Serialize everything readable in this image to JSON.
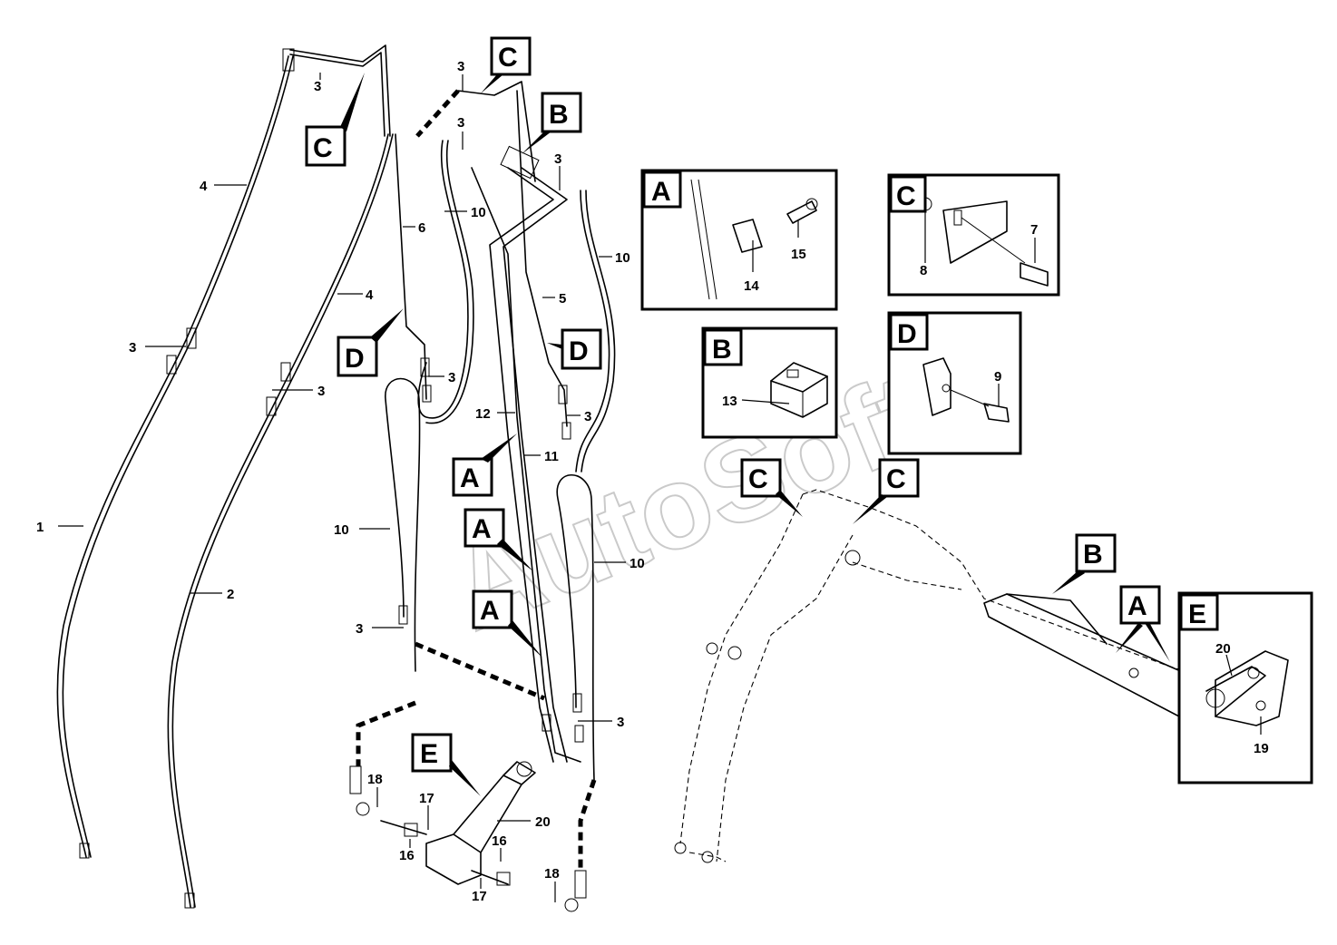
{
  "watermark": "AutoSoft",
  "callouts": {
    "a": "A",
    "b": "B",
    "c": "C",
    "d": "D",
    "e": "E"
  },
  "parts": {
    "p1": "1",
    "p2": "2",
    "p3": "3",
    "p4": "4",
    "p5": "5",
    "p6": "6",
    "p7": "7",
    "p8": "8",
    "p9": "9",
    "p10": "10",
    "p11": "11",
    "p12": "12",
    "p13": "13",
    "p14": "14",
    "p15": "15",
    "p16": "16",
    "p17": "17",
    "p18": "18",
    "p19": "19",
    "p20": "20"
  }
}
